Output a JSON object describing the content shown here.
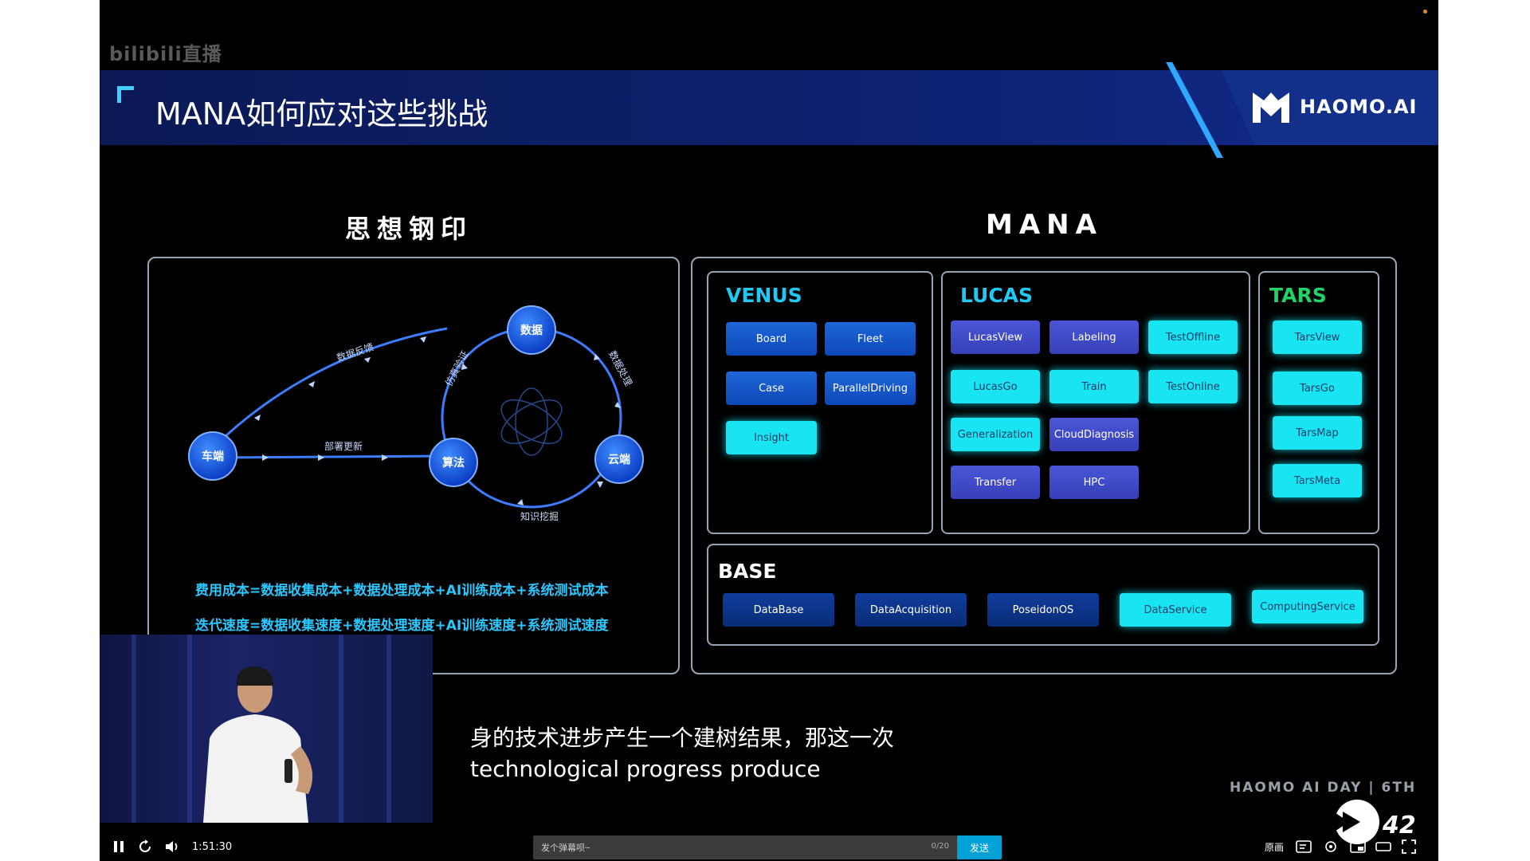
{
  "player": {
    "watermark": "bilibili直播",
    "time": "1:51:30",
    "danmaku_placeholder": "发个弹幕呗~",
    "danmaku_count": "0/20",
    "send_label": "发送",
    "quality_label": "原画",
    "overlay_number": "42"
  },
  "slide": {
    "title": "MANA如何应对这些挑战",
    "brand": "HAOMO.AI",
    "left_title": "思想钢印",
    "right_title": "MANA",
    "cycle": {
      "nodes": {
        "data": "数据",
        "vehicle": "车端",
        "algorithm": "算法",
        "cloud": "云端"
      },
      "arrows": {
        "data_feedback": "数据反馈",
        "deploy_update": "部署更新",
        "sim_verify": "仿真验证",
        "data_process": "数据处理",
        "knowledge_mining": "知识挖掘"
      }
    },
    "formulas": [
      "费用成本=数据收集成本+数据处理成本+AI训练成本+系统测试成本",
      "迭代速度=数据收集速度+数据处理速度+AI训练速度+系统测试速度"
    ],
    "venus": {
      "title": "VENUS",
      "color": "#1fc8f5",
      "items": [
        "Board",
        "Fleet",
        "Case",
        "ParallelDriving",
        "Insight"
      ]
    },
    "lucas": {
      "title": "LUCAS",
      "color": "#1fc8f5",
      "items": [
        "LucasView",
        "Labeling",
        "TestOffline",
        "LucasGo",
        "Train",
        "TestOnline",
        "Generalization",
        "CloudDiagnosis",
        "Transfer",
        "HPC"
      ]
    },
    "tars": {
      "title": "TARS",
      "color": "#22d36a",
      "items": [
        "TarsView",
        "TarsGo",
        "TarsMap",
        "TarsMeta"
      ]
    },
    "base": {
      "title": "BASE",
      "color": "#ffffff",
      "items": [
        "DataBase",
        "DataAcquisition",
        "PoseidonOS",
        "DataService",
        "ComputingService"
      ]
    },
    "event": "HAOMO AI DAY | 6TH"
  },
  "subtitle": {
    "line1": "身的技术进步产生一个建树结果，那这一次",
    "line2": "technological progress produce"
  }
}
